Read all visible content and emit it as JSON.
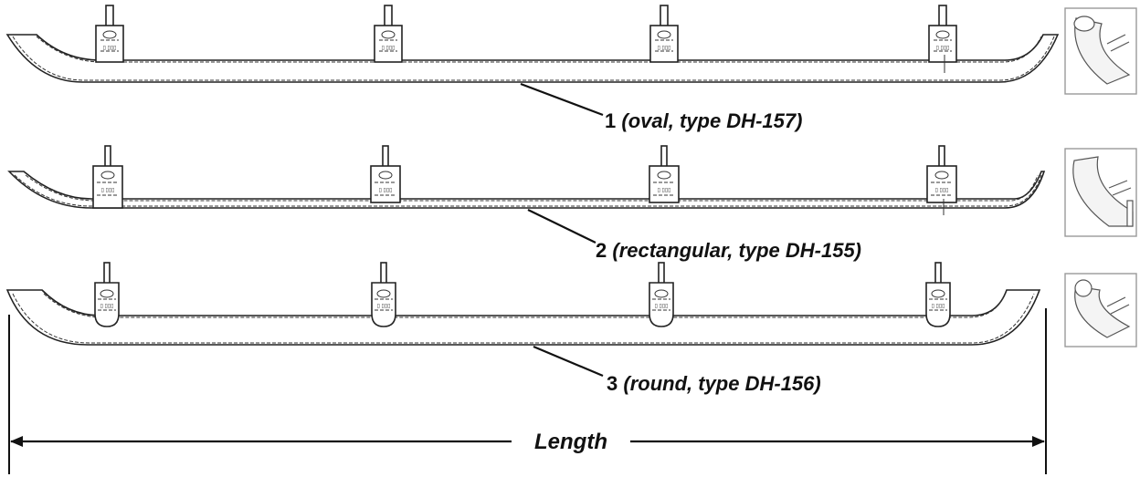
{
  "rails": [
    {
      "number": "1",
      "description": "(oval, type DH-157)",
      "shape": "oval"
    },
    {
      "number": "2",
      "description": "(rectangular, type DH-155)",
      "shape": "rectangular"
    },
    {
      "number": "3",
      "description": "(round, type DH-156)",
      "shape": "round"
    }
  ],
  "dimension": {
    "label": "Length"
  }
}
